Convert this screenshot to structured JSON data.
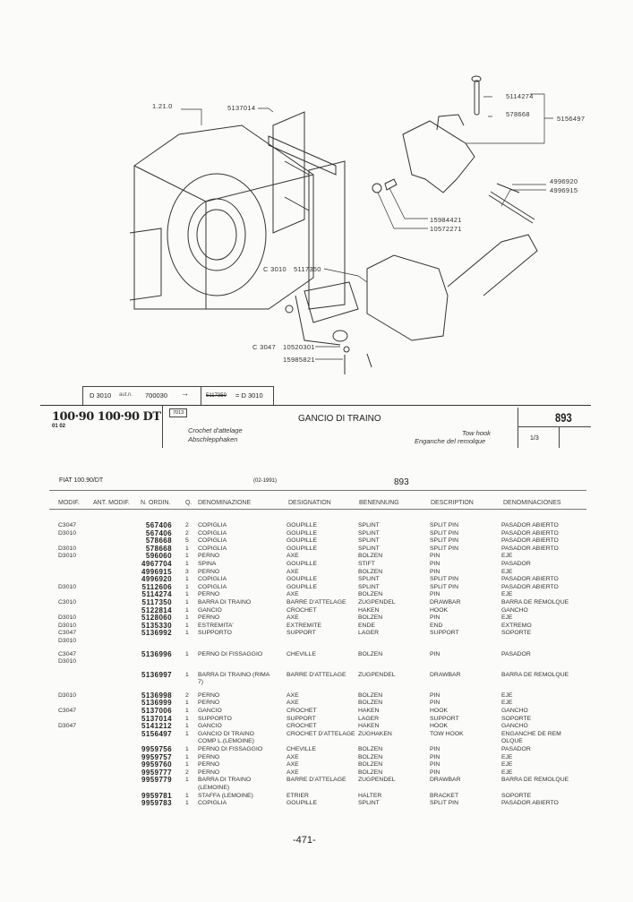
{
  "diagram": {
    "labels": {
      "ref": "1.21.0",
      "support": "5137014",
      "pin_top": "5114274",
      "split_top": "578668",
      "assembly": "5156497",
      "split_pin": "4996920",
      "pin": "4996915",
      "bolt": "15984421",
      "washer": "10572271",
      "modif_c3010": "C 3010",
      "drawbar": "5117350",
      "modif_c3047": "C 3047",
      "washer2": "10520301",
      "bolt2": "15985821"
    }
  },
  "strip": {
    "modif": "D 3010",
    "aut": "aut.n.",
    "serial": "700030",
    "arrow": "→",
    "old_part": "5117350",
    "equals": "= D 3010"
  },
  "header": {
    "model": "100·90 100·90 DT",
    "sub": "01 02",
    "code": "7013",
    "title": "GANCIO DI TRAINO",
    "fr": "Crochet d'attelage",
    "de": "Abschlepphaken",
    "en": "Tow hook",
    "es": "Enganche del remolque",
    "group": "893",
    "sheet": "1/3"
  },
  "list": {
    "model": "FIAT 100.90/DT",
    "date": "(02-1991)",
    "group": "893",
    "columns": [
      "MODIF.",
      "ANT. MODIF.",
      "N. ORDIN.",
      "Q.",
      "DENOMINAZIONE",
      "DESIGNATION",
      "BENENNUNG",
      "DESCRIPTION",
      "DENOMINACIONES"
    ],
    "rows": [
      [
        "C3047",
        "",
        "567406",
        "2",
        "COPIGLIA",
        "GOUPILLE",
        "SPLINT",
        "SPLIT PIN",
        "PASADOR ABIERTO"
      ],
      [
        "D3010",
        "",
        "567406",
        "2",
        "COPIGLIA",
        "GOUPILLE",
        "SPLINT",
        "SPLIT PIN",
        "PASADOR ABIERTO"
      ],
      [
        "",
        "",
        "578668",
        "5",
        "COPIGLIA",
        "GOUPILLE",
        "SPLINT",
        "SPLIT PIN",
        "PASADOR ABIERTO"
      ],
      [
        "D3010",
        "",
        "578668",
        "1",
        "COPIGLIA",
        "GOUPILLE",
        "SPLINT",
        "SPLIT PIN",
        "PASADOR ABIERTO"
      ],
      [
        "D3010",
        "",
        "596060",
        "1",
        "PERNO",
        "AXE",
        "BOLZEN",
        "PIN",
        "EJE"
      ],
      [
        "",
        "",
        "4967704",
        "1",
        "SPINA",
        "GOUPILLE",
        "STIFT",
        "PIN",
        "PASADOR"
      ],
      [
        "",
        "",
        "4996915",
        "3",
        "PERNO",
        "AXE",
        "BOLZEN",
        "PIN",
        "EJE"
      ],
      [
        "",
        "",
        "4996920",
        "1",
        "COPIGLIA",
        "GOUPILLE",
        "SPLINT",
        "SPLIT PIN",
        "PASADOR ABIERTO"
      ],
      [
        "D3010",
        "",
        "5112606",
        "1",
        "COPIGLIA",
        "GOUPILLE",
        "SPLINT",
        "SPLIT PIN",
        "PASADOR ABIERTO"
      ],
      [
        "",
        "",
        "5114274",
        "1",
        "PERNO",
        "AXE",
        "BOLZEN",
        "PIN",
        "EJE"
      ],
      [
        "C3010",
        "",
        "5117350",
        "1",
        "BARRA DI TRAINO",
        "BARRE D'ATTELAGE",
        "ZUGPENDEL",
        "DRAWBAR",
        "BARRA DE REMOLQUE"
      ],
      [
        "",
        "",
        "5122814",
        "1",
        "GANCIO",
        "CROCHET",
        "HAKEN",
        "HOOK",
        "GANCHO"
      ],
      [
        "D3010",
        "",
        "5128060",
        "1",
        "PERNO",
        "AXE",
        "BOLZEN",
        "PIN",
        "EJE"
      ],
      [
        "D3010",
        "",
        "5135330",
        "1",
        "ESTREMITA'",
        "EXTREMITE",
        "ENDE",
        "END",
        "EXTREMO"
      ],
      [
        "C3047\nD3010",
        "",
        "5136992",
        "1",
        "SUPPORTO",
        "SUPPORT",
        "LAGER",
        "SUPPORT",
        "SOPORTE"
      ],
      [
        "C3047\nD3010",
        "",
        "5136996",
        "1",
        "PERNO DI FISSAGGIO",
        "CHEVILLE",
        "BOLZEN",
        "PIN",
        "PASADOR"
      ],
      [
        "",
        "",
        "5136997",
        "1",
        "BARRA DI TRAINO (RIMA 7)",
        "BARRE D'ATTELAGE",
        "ZUGPENDEL",
        "DRAWBAR",
        "BARRA DE REMOLQUE"
      ],
      [
        "D3010",
        "",
        "5136998",
        "2",
        "PERNO",
        "AXE",
        "BOLZEN",
        "PIN",
        "EJE"
      ],
      [
        "",
        "",
        "5136999",
        "1",
        "PERNO",
        "AXE",
        "BOLZEN",
        "PIN",
        "EJE"
      ],
      [
        "C3047",
        "",
        "5137006",
        "1",
        "GANCIO",
        "CROCHET",
        "HAKEN",
        "HOOK",
        "GANCHO"
      ],
      [
        "",
        "",
        "5137014",
        "1",
        "SUPPORTO",
        "SUPPORT",
        "LAGER",
        "SUPPORT",
        "SOPORTE"
      ],
      [
        "D3047",
        "",
        "5141212",
        "1",
        "GANCIO",
        "CROCHET",
        "HAKEN",
        "HOOK",
        "GANCHO"
      ],
      [
        "",
        "",
        "5156497",
        "1",
        "GANCIO DI TRAINO COMP L.(LEMOINE)",
        "CROCHET D'ATTELAGE",
        "ZUGHAKEN",
        "TOW HOOK",
        "ENGANCHE DE REMOLQUE"
      ],
      [
        "",
        "",
        "9959756",
        "1",
        "PERNO DI FISSAGGIO",
        "CHEVILLE",
        "BOLZEN",
        "PIN",
        "PASADOR"
      ],
      [
        "",
        "",
        "9959757",
        "1",
        "PERNO",
        "AXE",
        "BOLZEN",
        "PIN",
        "EJE"
      ],
      [
        "",
        "",
        "9959760",
        "1",
        "PERNO",
        "AXE",
        "BOLZEN",
        "PIN",
        "EJE"
      ],
      [
        "",
        "",
        "9959777",
        "2",
        "PERNO",
        "AXE",
        "BOLZEN",
        "PIN",
        "EJE"
      ],
      [
        "",
        "",
        "9959779",
        "1",
        "BARRA DI TRAINO (LEMOINE)",
        "BARRE D'ATTELAGE",
        "ZUGPENDEL",
        "DRAWBAR",
        "BARRA DE REMOLQUE"
      ],
      [
        "",
        "",
        "9959781",
        "1",
        "STAFFA (LEMOINE)",
        "ETRIER",
        "HALTER",
        "BRACKET",
        "SOPORTE"
      ],
      [
        "",
        "",
        "9959783",
        "1",
        "COPIGLIA",
        "GOUPILLE",
        "SPLINT",
        "SPLIT PIN",
        "PASADOR ABIERTO"
      ]
    ]
  },
  "page_number": "-471-"
}
